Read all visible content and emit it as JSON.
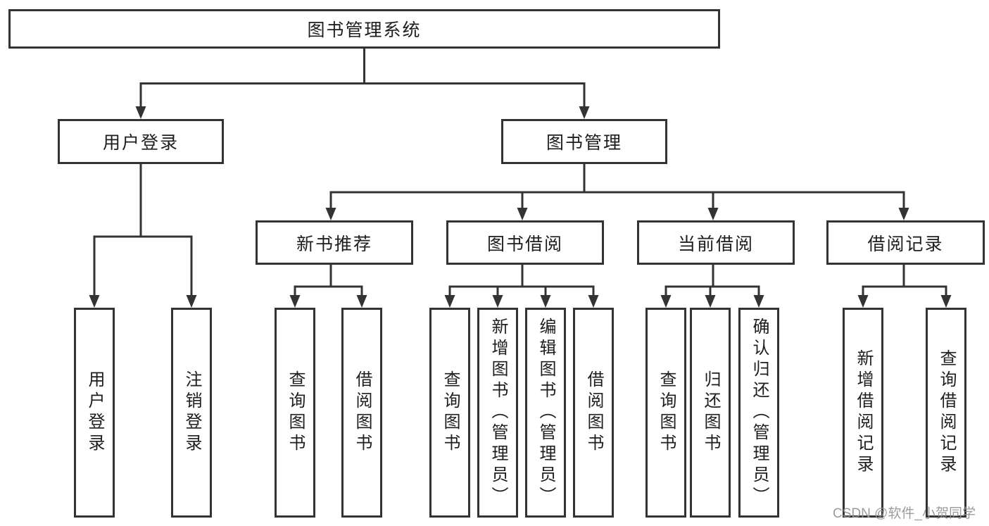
{
  "diagram": {
    "root": {
      "label": "图书管理系统"
    },
    "level2": [
      {
        "label": "用户登录",
        "children": [
          {
            "label": "用户登录"
          },
          {
            "label": "注销登录"
          }
        ]
      },
      {
        "label": "图书管理",
        "children": [
          {
            "label": "新书推荐",
            "children": [
              {
                "label": "查询图书"
              },
              {
                "label": "借阅图书"
              }
            ]
          },
          {
            "label": "图书借阅",
            "children": [
              {
                "label": "查询图书"
              },
              {
                "label": "新增图书（管理员）"
              },
              {
                "label": "编辑图书（管理员）"
              },
              {
                "label": "借阅图书"
              }
            ]
          },
          {
            "label": "当前借阅",
            "children": [
              {
                "label": "查询图书"
              },
              {
                "label": "归还图书"
              },
              {
                "label": "确认归还（管理员）"
              }
            ]
          },
          {
            "label": "借阅记录",
            "children": [
              {
                "label": "新增借阅记录"
              },
              {
                "label": "查询借阅记录"
              }
            ]
          }
        ]
      }
    ]
  },
  "watermark": {
    "text": "CSDN @软件_小贺同学"
  },
  "colors": {
    "line": "#333333",
    "box_border": "#333333",
    "box_fill": "#ffffff",
    "text": "#1e1e1e",
    "watermark": "#949494"
  }
}
